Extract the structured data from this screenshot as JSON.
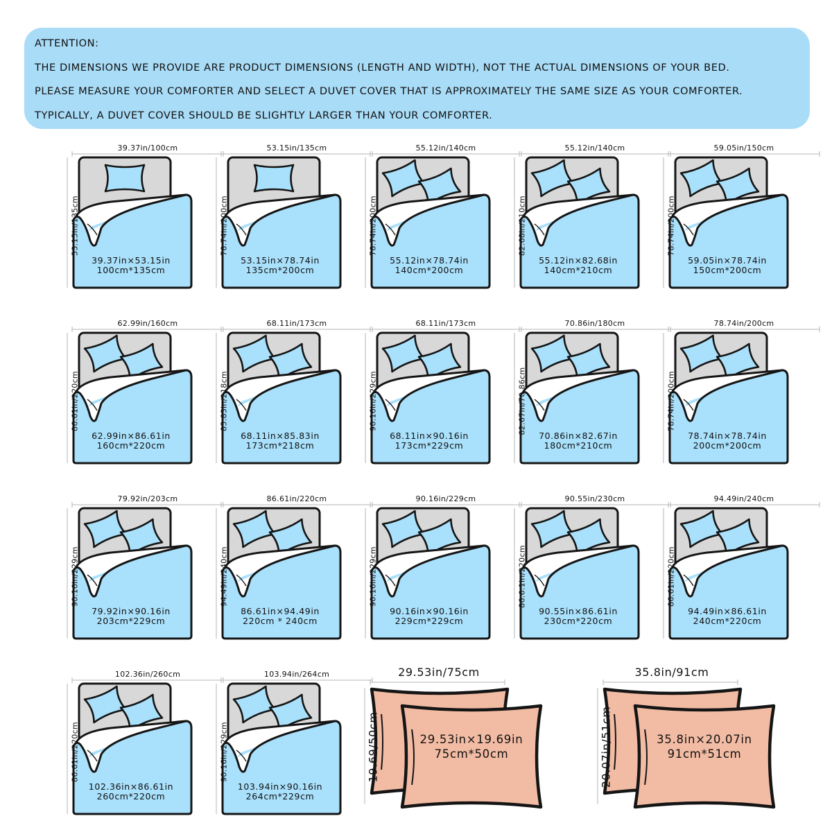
{
  "notice": {
    "lines": [
      "ATTENTION:",
      "THE DIMENSIONS WE PROVIDE ARE PRODUCT DIMENSIONS (LENGTH AND WIDTH), NOT THE ACTUAL DIMENSIONS OF YOUR BED.",
      "PLEASE MEASURE YOUR COMFORTER AND SELECT A DUVET COVER THAT IS APPROXIMATELY THE SAME SIZE AS YOUR COMFORTER.",
      "TYPICALLY, A DUVET COVER SHOULD BE SLIGHTLY LARGER THAN YOUR COMFORTER."
    ],
    "background": "#a9dcf7"
  },
  "colors": {
    "duvet": "#a9e0fb",
    "headboard": "#d8d8d8",
    "sheet": "#ffffff",
    "pillowcase": "#f2bba3",
    "outline": "#151515"
  },
  "beds": [
    {
      "width_label": "39.37in/100cm",
      "height_label": "53.15in/135cm",
      "dims_in": "39.37in×53.15in",
      "dims_cm": "100cm*135cm",
      "pillows": 1
    },
    {
      "width_label": "53.15in/135cm",
      "height_label": "78.74in/200cm",
      "dims_in": "53.15in×78.74in",
      "dims_cm": "135cm*200cm",
      "pillows": 1
    },
    {
      "width_label": "55.12in/140cm",
      "height_label": "78.74in/200cm",
      "dims_in": "55.12in×78.74in",
      "dims_cm": "140cm*200cm",
      "pillows": 2
    },
    {
      "width_label": "55.12in/140cm",
      "height_label": "82.68in/210cm",
      "dims_in": "55.12in×82.68in",
      "dims_cm": "140cm*210cm",
      "pillows": 2
    },
    {
      "width_label": "59.05in/150cm",
      "height_label": "78.74in/200cm",
      "dims_in": "59.05in×78.74in",
      "dims_cm": "150cm*200cm",
      "pillows": 2
    },
    {
      "width_label": "62.99in/160cm",
      "height_label": "86.61in/220cm",
      "dims_in": "62.99in×86.61in",
      "dims_cm": "160cm*220cm",
      "pillows": 2
    },
    {
      "width_label": "68.11in/173cm",
      "height_label": "85.83in/218cm",
      "dims_in": "68.11in×85.83in",
      "dims_cm": "173cm*218cm",
      "pillows": 2
    },
    {
      "width_label": "68.11in/173cm",
      "height_label": "90.16in/229cm",
      "dims_in": "68.11in×90.16in",
      "dims_cm": "173cm*229cm",
      "pillows": 2
    },
    {
      "width_label": "70.86in/180cm",
      "height_label": "82.67in/70.86cm",
      "dims_in": "70.86in×82.67in",
      "dims_cm": "180cm*210cm",
      "pillows": 2
    },
    {
      "width_label": "78.74in/200cm",
      "height_label": "78.74in/200cm",
      "dims_in": "78.74in×78.74in",
      "dims_cm": "200cm*200cm",
      "pillows": 2
    },
    {
      "width_label": "79.92in/203cm",
      "height_label": "90.16in/229cm",
      "dims_in": "79.92in×90.16in",
      "dims_cm": "203cm*229cm",
      "pillows": 2
    },
    {
      "width_label": "86.61in/220cm",
      "height_label": "94.49in/240cm",
      "dims_in": "86.61in×94.49in",
      "dims_cm": "220cm * 240cm",
      "pillows": 2
    },
    {
      "width_label": "90.16in/229cm",
      "height_label": "90.16in/229cm",
      "dims_in": "90.16in×90.16in",
      "dims_cm": "229cm*229cm",
      "pillows": 2
    },
    {
      "width_label": "90.55in/230cm",
      "height_label": "86.6.1in/220cm",
      "dims_in": "90.55in×86.61in",
      "dims_cm": "230cm*220cm",
      "pillows": 2
    },
    {
      "width_label": "94.49in/240cm",
      "height_label": "86.61in/220cm",
      "dims_in": "94.49in×86.61in",
      "dims_cm": "240cm*220cm",
      "pillows": 2
    },
    {
      "width_label": "102.36in/260cm",
      "height_label": "86.61in/220cm",
      "dims_in": "102.36in×86.61in",
      "dims_cm": "260cm*220cm",
      "pillows": 2
    },
    {
      "width_label": "103.94in/264cm",
      "height_label": "90.16in/229cm",
      "dims_in": "103.94in×90.16in",
      "dims_cm": "264cm*229cm",
      "pillows": 2
    }
  ],
  "pillowcases": [
    {
      "width_label": "29.53in/75cm",
      "height_label": "19.69/50cm",
      "dims_in": "29.53in×19.69in",
      "dims_cm": "75cm*50cm"
    },
    {
      "width_label": "35.8in/91cm",
      "height_label": "20.07in/51cm",
      "dims_in": "35.8in×20.07in",
      "dims_cm": "91cm*51cm"
    }
  ]
}
